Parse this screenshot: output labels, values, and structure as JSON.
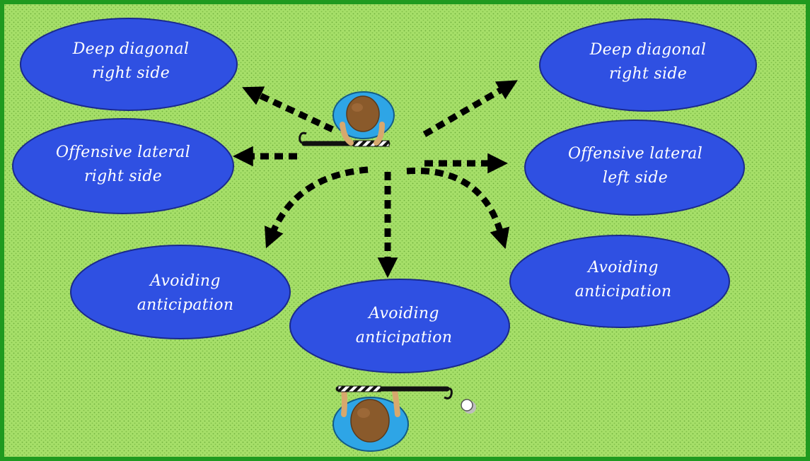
{
  "colors": {
    "field_fill": "#a6df69",
    "field_dots": "#6fae3c",
    "border": "#1f9a1f",
    "zone_fill": "#2f50e2",
    "zone_stroke": "#1a2a8c",
    "arrow": "#000000",
    "shirt": "#2ea5e6",
    "head": "#8a5a2b",
    "skin": "#d7a86e"
  },
  "zones": [
    {
      "id": "deep-diagonal-left",
      "lines": [
        "Deep diagonal",
        "right side"
      ]
    },
    {
      "id": "deep-diagonal-right",
      "lines": [
        "Deep diagonal",
        "right side"
      ]
    },
    {
      "id": "offensive-lateral-right",
      "lines": [
        "Offensive lateral",
        "right side"
      ]
    },
    {
      "id": "offensive-lateral-left",
      "lines": [
        "Offensive lateral",
        "left side"
      ]
    },
    {
      "id": "avoiding-left",
      "lines": [
        "Avoiding",
        "anticipation"
      ]
    },
    {
      "id": "avoiding-center",
      "lines": [
        "Avoiding",
        "anticipation"
      ]
    },
    {
      "id": "avoiding-right",
      "lines": [
        "Avoiding",
        "anticipation"
      ]
    }
  ],
  "players": [
    {
      "id": "defender",
      "icon": "player-with-stick-icon"
    },
    {
      "id": "attacker",
      "icon": "player-with-stick-icon"
    }
  ],
  "ball": {
    "icon": "ball-icon"
  }
}
